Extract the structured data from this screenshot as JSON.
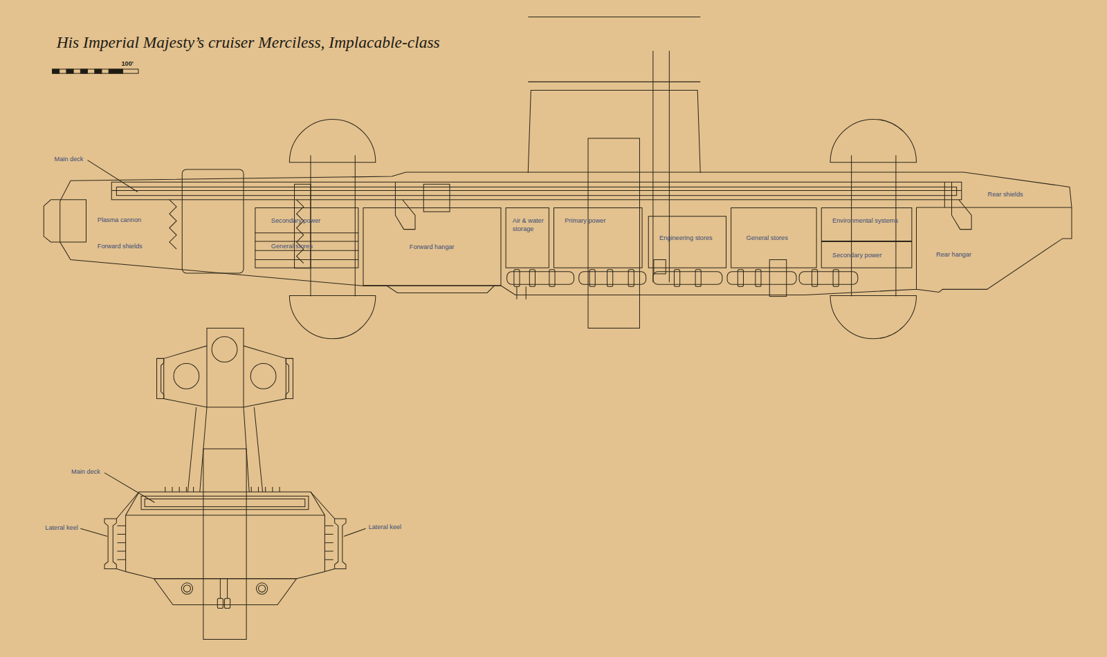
{
  "diagram": {
    "title": "His Imperial Majesty’s cruiser Merciless, Implacable-class",
    "nodes": [
      {
        "text": [
          "Secondary power",
          "General stores"
        ]
      },
      {
        "text": [
          "Forward hangar"
        ]
      },
      {
        "text": [
          "Air & water storage"
        ]
      },
      {
        "text": [
          "Primary power"
        ]
      },
      {
        "text": [
          "Engineering stores"
        ]
      },
      {
        "text": [
          "General stores"
        ]
      },
      {
        "text": [
          "Environmental systems"
        ]
      },
      {
        "text": [
          "Secondary power"
        ]
      }
    ],
    "labels": [
      "100'",
      "Main deck",
      "Plasma cannon",
      "Forward shields",
      "Rear shields",
      "Rear hangar",
      "Main deck",
      "Lateral keel",
      "Lateral keel"
    ]
  }
}
